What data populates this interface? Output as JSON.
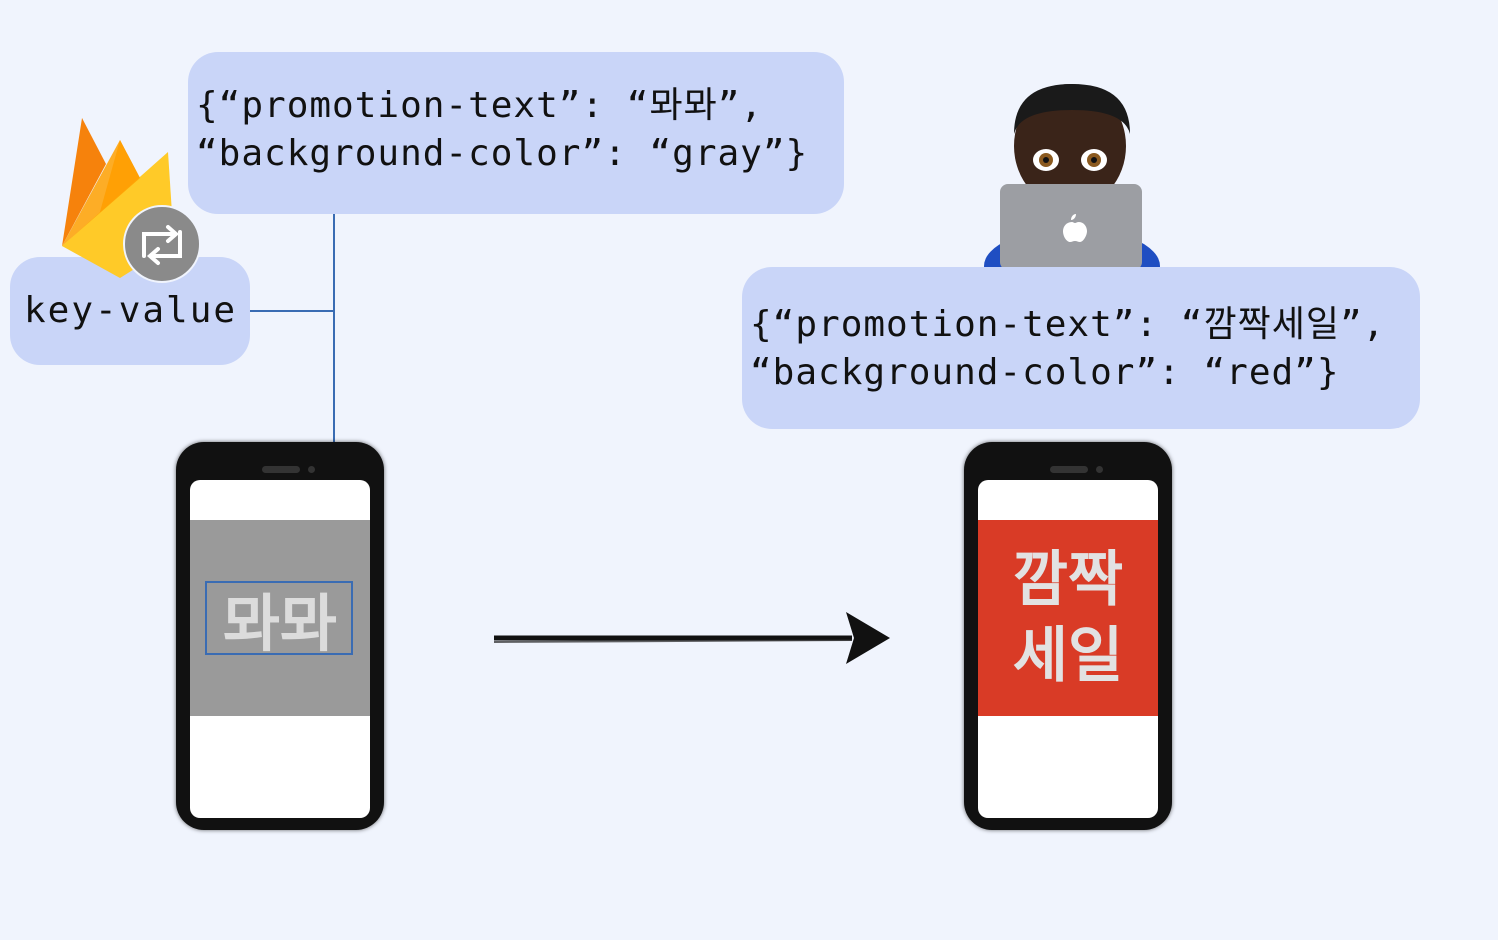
{
  "config_remote": {
    "line1": "{“promotion-text”: “뫄뫄”,",
    "line2": "“background-color”: “gray”}"
  },
  "key_label": "key-value",
  "config_new": {
    "line1": "{“promotion-text”: “깜짝세일”,",
    "line2": "“background-color”: “red”}"
  },
  "phone_before": {
    "promotion_text": "뫄뫄",
    "background_color": "#9a9a9a"
  },
  "phone_after": {
    "promotion_line1": "깜짝",
    "promotion_line2": "세일",
    "background_color": "#d93b26"
  },
  "icons": {
    "service": "firebase-remote-config-icon",
    "developer": "developer-with-laptop-icon",
    "transition": "arrow-right-icon"
  },
  "colors": {
    "bubble": "#c9d5f8",
    "connector": "#3a6cb3",
    "background": "#f0f4fd"
  }
}
